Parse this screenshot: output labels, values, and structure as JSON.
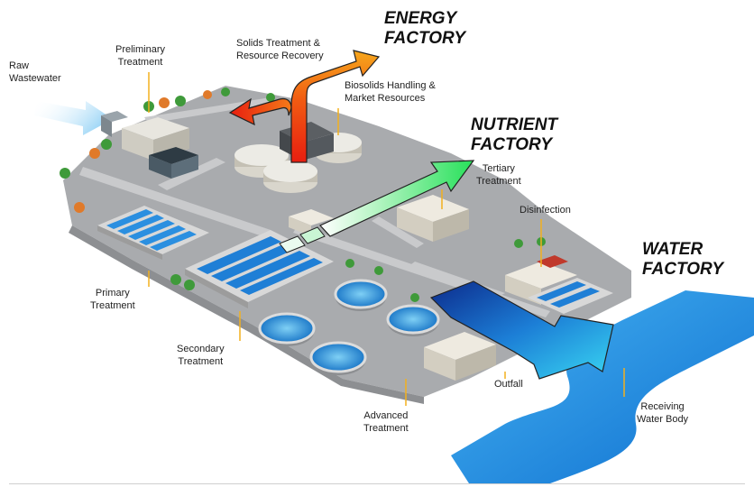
{
  "labels": {
    "raw_wastewater": [
      "Raw",
      "Wastewater"
    ],
    "preliminary_treatment": [
      "Preliminary",
      "Treatment"
    ],
    "solids_treatment": [
      "Solids Treatment &",
      "Resource Recovery"
    ],
    "biosolids_handling": [
      "Biosolids Handling &",
      "Market Resources"
    ],
    "tertiary_treatment": [
      "Tertiary",
      "Treatment"
    ],
    "disinfection": "Disinfection",
    "primary_treatment": [
      "Primary",
      "Treatment"
    ],
    "secondary_treatment": [
      "Secondary",
      "Treatment"
    ],
    "advanced_treatment": [
      "Advanced",
      "Treatment"
    ],
    "outfall": "Outfall",
    "receiving_water_body": [
      "Receiving",
      "Water Body"
    ]
  },
  "factories": {
    "energy": [
      "ENERGY",
      "FACTORY"
    ],
    "nutrient": [
      "NUTRIENT",
      "FACTORY"
    ],
    "water": [
      "WATER",
      "FACTORY"
    ]
  },
  "colors": {
    "energy_arrow": [
      "#e81e10",
      "#f6a81c"
    ],
    "nutrient_arrow": [
      "#ffffff",
      "#27e05a"
    ],
    "water_arrow": [
      "#0c2b8c",
      "#39d6f2"
    ],
    "water_body": "#1a8fe0",
    "ground": "#a9abae",
    "road": "#c9cacc"
  }
}
